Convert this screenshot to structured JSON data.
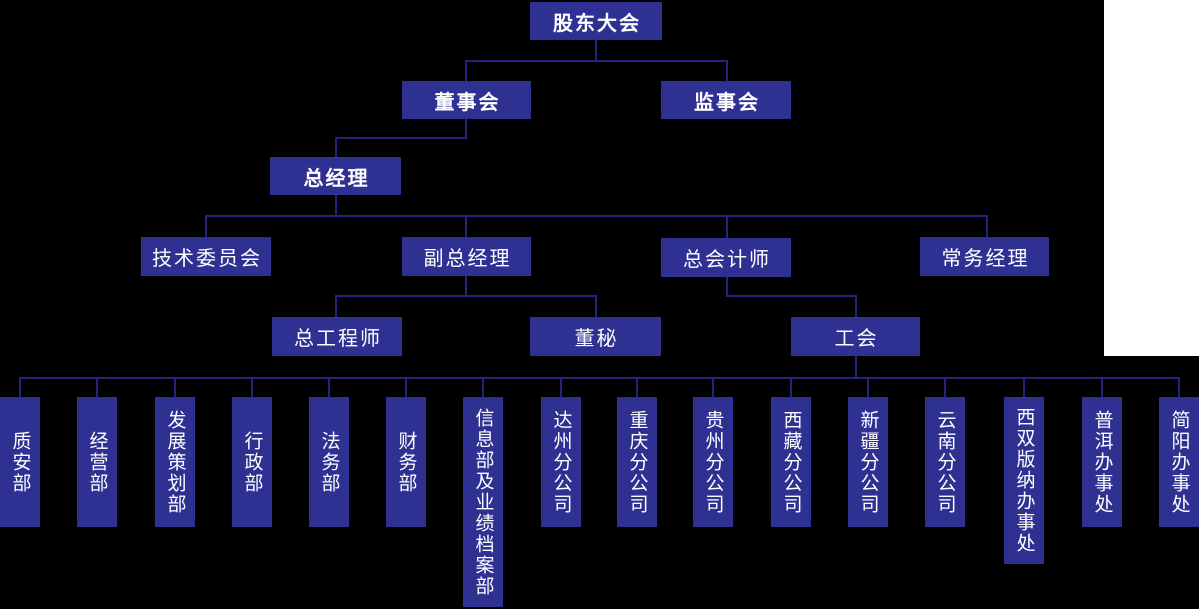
{
  "colors": {
    "background": "#000000",
    "box_fill": "#2e3192",
    "connector_line": "#252380",
    "box_text": "#ffffff",
    "side_panel": "#ffffff"
  },
  "org_chart": {
    "nodes": {
      "shareholders_meeting": "股东大会",
      "board_of_directors": "董事会",
      "supervisory_board": "监事会",
      "general_manager": "总经理",
      "technical_committee": "技术委员会",
      "deputy_general_manager": "副总经理",
      "chief_accountant": "总会计师",
      "executive_manager": "常务经理",
      "chief_engineer": "总工程师",
      "board_secretary": "董秘",
      "labor_union": "工会"
    },
    "departments": [
      "质安部",
      "经营部",
      "发展策划部",
      "行政部",
      "法务部",
      "财务部",
      "信息部及业绩档案部",
      "达州分公司",
      "重庆分公司",
      "贵州分公司",
      "西藏分公司",
      "新疆分公司",
      "云南分公司",
      "西双版纳办事处",
      "普洱办事处",
      "简阳办事处"
    ]
  }
}
